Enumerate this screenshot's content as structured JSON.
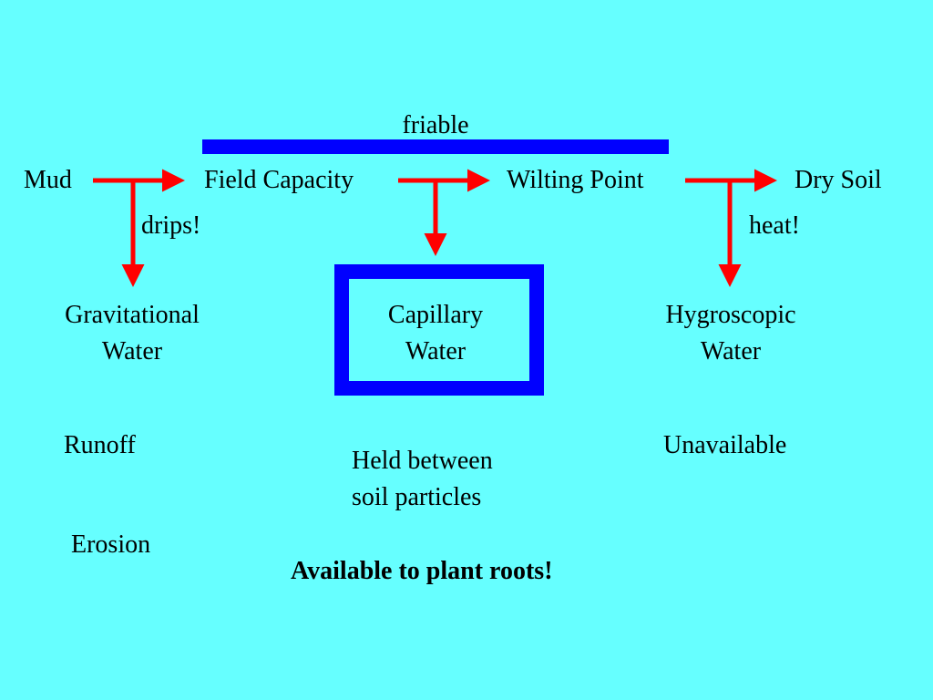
{
  "diagram": {
    "friable_label": "friable",
    "states": {
      "mud": "Mud",
      "field_capacity": "Field Capacity",
      "wilting_point": "Wilting Point",
      "dry_soil": "Dry Soil"
    },
    "causes": {
      "drips": "drips!",
      "heat": "heat!"
    },
    "water_types": {
      "gravitational": [
        "Gravitational",
        "Water"
      ],
      "capillary": [
        "Capillary",
        "Water"
      ],
      "hygroscopic": [
        "Hygroscopic",
        "Water"
      ]
    },
    "notes": {
      "runoff": "Runoff",
      "erosion": "Erosion",
      "held_between": [
        "Held between",
        "soil particles"
      ],
      "unavailable": "Unavailable",
      "available": "Available to plant roots!"
    },
    "colors": {
      "background": "#66ffff",
      "bar_blue": "#0000ff",
      "arrow_red": "#ff0000",
      "text": "#000000"
    }
  }
}
